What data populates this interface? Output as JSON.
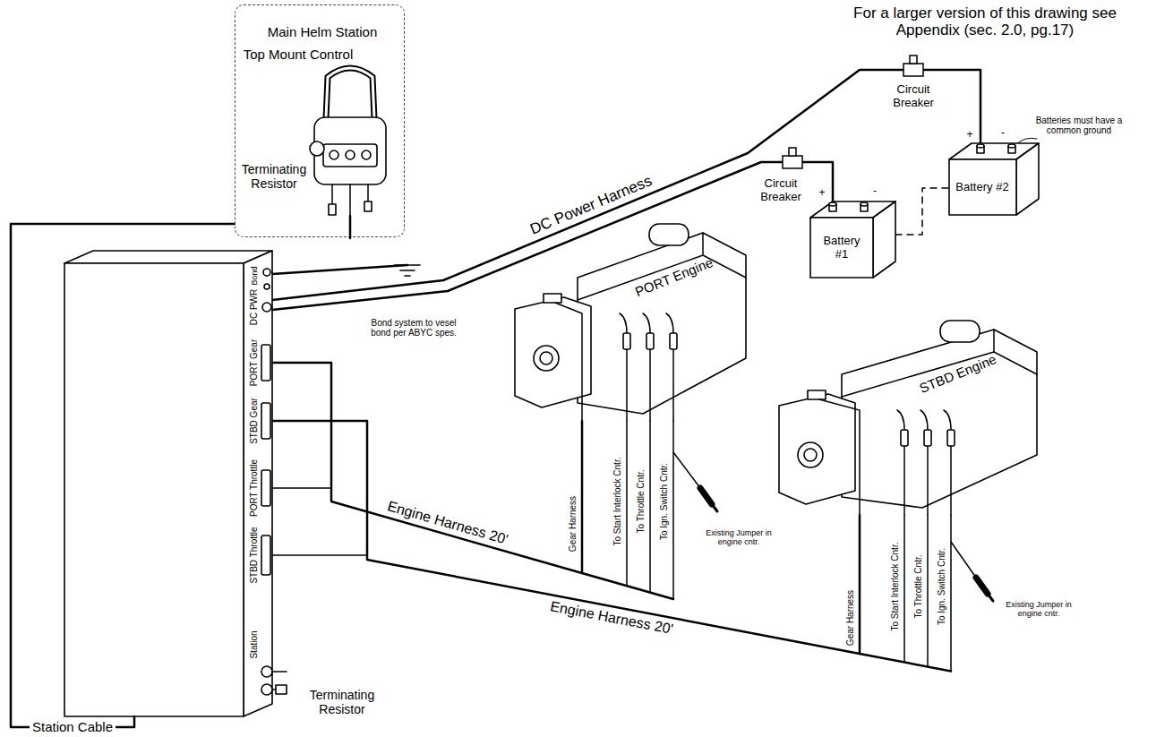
{
  "diagram": {
    "nodes": [
      {
        "text": [
          "Main Helm Station",
          "Top Mount Control"
        ]
      },
      {
        "text": [
          "Bond",
          "DC PWR",
          "PORT Gear",
          "STBD Gear",
          "PORT Throttle",
          "STBD Throttle",
          "Station"
        ]
      },
      {
        "text": [
          "PORT Engine"
        ]
      },
      {
        "text": [
          "Battery #1"
        ]
      },
      {
        "text": [
          "Battery #2"
        ]
      },
      {
        "text": [
          "STBD Engine"
        ]
      }
    ],
    "edges": [
      {
        "from": 1,
        "to": 0,
        "arrow": "none",
        "label": "Station Cable"
      },
      {
        "from": 1,
        "to": 3,
        "arrow": "none"
      },
      {
        "from": 1,
        "to": 4,
        "arrow": "none",
        "label": "DC Power Harness"
      },
      {
        "from": 3,
        "to": 4,
        "arrow": "none"
      },
      {
        "from": 1,
        "to": 2,
        "arrow": "none",
        "label": "Engine Harness 20'"
      },
      {
        "from": 1,
        "to": 5,
        "arrow": "none",
        "label": "Engine Harness 20'"
      }
    ],
    "labels": [
      "For a larger version of this drawing see Appendix (sec. 2.0, pg.17)",
      "Terminating Resistor",
      "Circuit Breaker",
      "Circuit Breaker",
      "Batteries must have a common ground",
      "Bond system to vesel bond per ABYC spes.",
      "Gear Harness",
      "To Start Interlock Cntr.",
      "To Throttle Cntr.",
      "To Ign. Switch Cntr.",
      "Existing Jumper in engine cntr.",
      "Gear Harness",
      "To Start Interlock Cntr.",
      "To Throttle Cntr.",
      "To Ign. Switch Cntr.",
      "Existing Jumper in engine cntr.",
      "Terminating Resistor",
      "+",
      "-",
      "+",
      "-"
    ]
  }
}
